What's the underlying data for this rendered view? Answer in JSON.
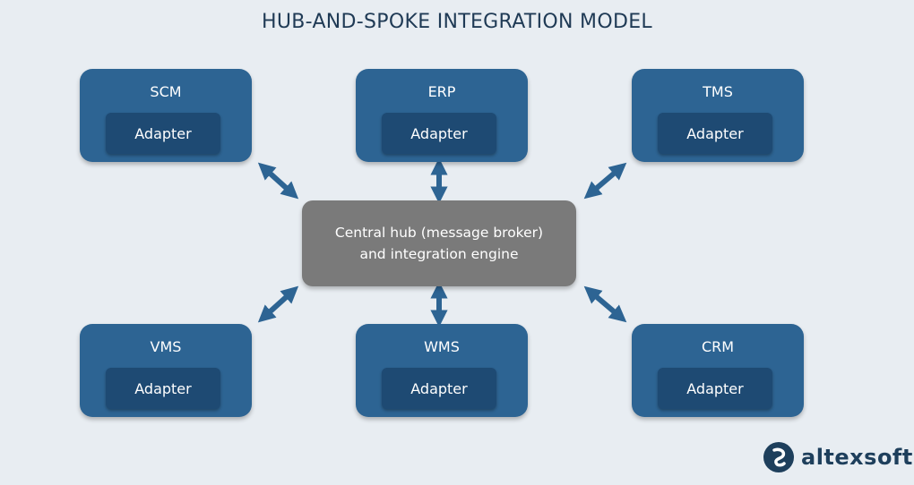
{
  "title": "HUB-AND-SPOKE INTEGRATION MODEL",
  "hub": {
    "line1": "Central hub (message broker)",
    "line2": "and integration engine"
  },
  "systems": [
    {
      "name": "SCM",
      "adapter": "Adapter"
    },
    {
      "name": "ERP",
      "adapter": "Adapter"
    },
    {
      "name": "TMS",
      "adapter": "Adapter"
    },
    {
      "name": "VMS",
      "adapter": "Adapter"
    },
    {
      "name": "WMS",
      "adapter": "Adapter"
    },
    {
      "name": "CRM",
      "adapter": "Adapter"
    }
  ],
  "logo": {
    "text": "altexsoft",
    "icon": "altexsoft-logo-icon"
  },
  "colors": {
    "background": "#e8edf2",
    "system_box": "#2d6493",
    "adapter_box": "#1e4a73",
    "hub_box": "#7a7a7a",
    "arrow": "#2d6493",
    "title": "#1f3a55"
  }
}
